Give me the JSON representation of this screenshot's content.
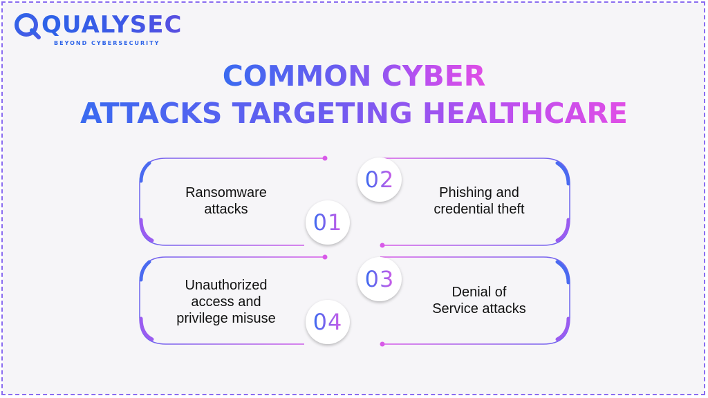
{
  "brand": {
    "name": "QUALYSEC",
    "tagline": "BEYOND CYBERSECURITY"
  },
  "title": {
    "line1": "COMMON CYBER",
    "line2": "ATTACKS TARGETING HEALTHCARE"
  },
  "items": [
    {
      "number": "01",
      "label_line1": "Ransomware",
      "label_line2": "attacks",
      "label_line3": ""
    },
    {
      "number": "02",
      "label_line1": "Phishing and",
      "label_line2": "credential theft",
      "label_line3": ""
    },
    {
      "number": "03",
      "label_line1": "Denial of",
      "label_line2": "Service attacks",
      "label_line3": ""
    },
    {
      "number": "04",
      "label_line1": "Unauthorized",
      "label_line2": "access and",
      "label_line3": "privilege misuse"
    }
  ],
  "colors": {
    "blue": "#3a6af0",
    "violet": "#8a5cf0",
    "pink": "#e04ee6",
    "text": "#111111"
  }
}
